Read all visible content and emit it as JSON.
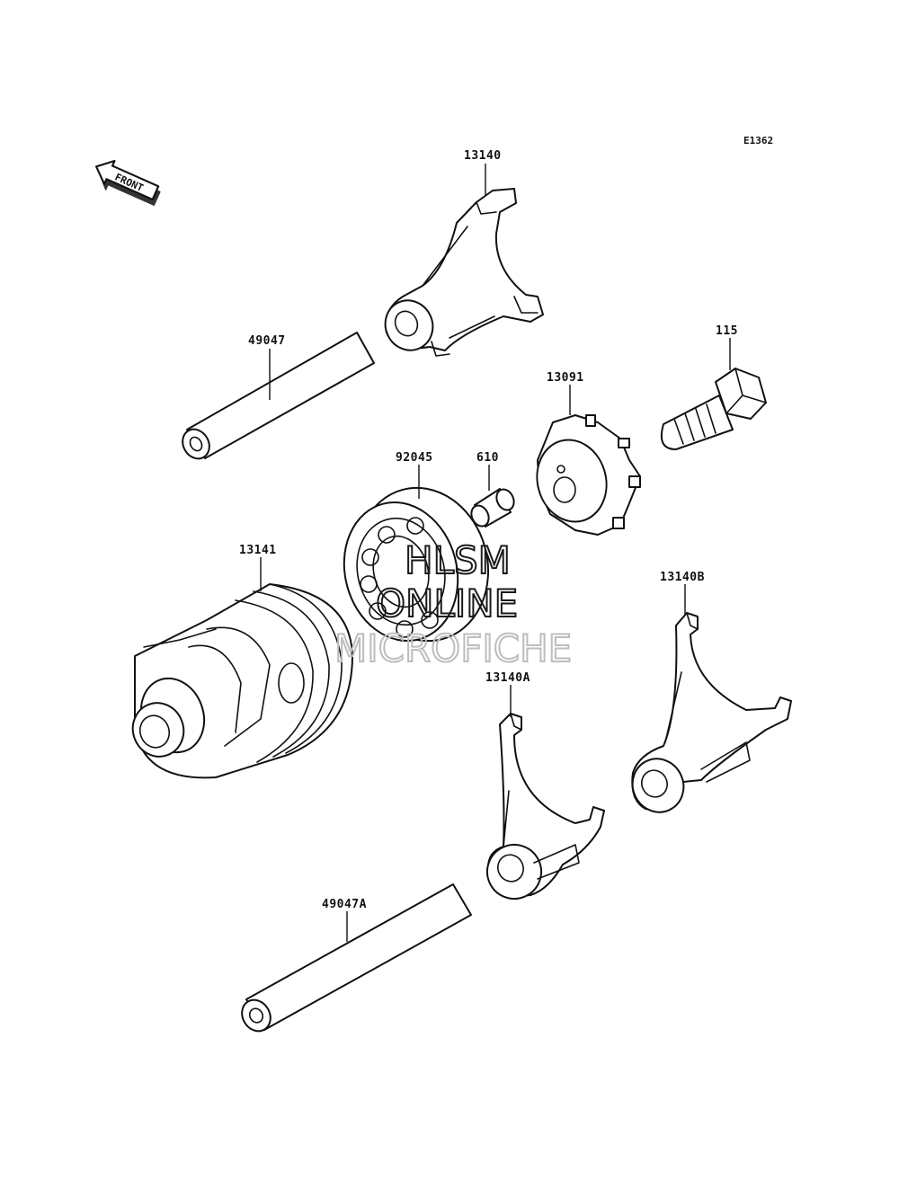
{
  "diagram_code": "E1362",
  "front_marker": "FRONT",
  "parts": {
    "fork_top": "13140",
    "shaft_top": "49047",
    "bolt": "115",
    "holder": "13091",
    "bearing": "92045",
    "pin": "610",
    "drum": "13141",
    "fork_b": "13140B",
    "fork_a": "13140A",
    "shaft_bottom": "49047A"
  },
  "watermark": {
    "line1": "HLSM",
    "line2": "ONLINE",
    "line3": "MICROFICHE",
    "color": "#1a1a1a",
    "faint_color": "#bdbdbd"
  }
}
